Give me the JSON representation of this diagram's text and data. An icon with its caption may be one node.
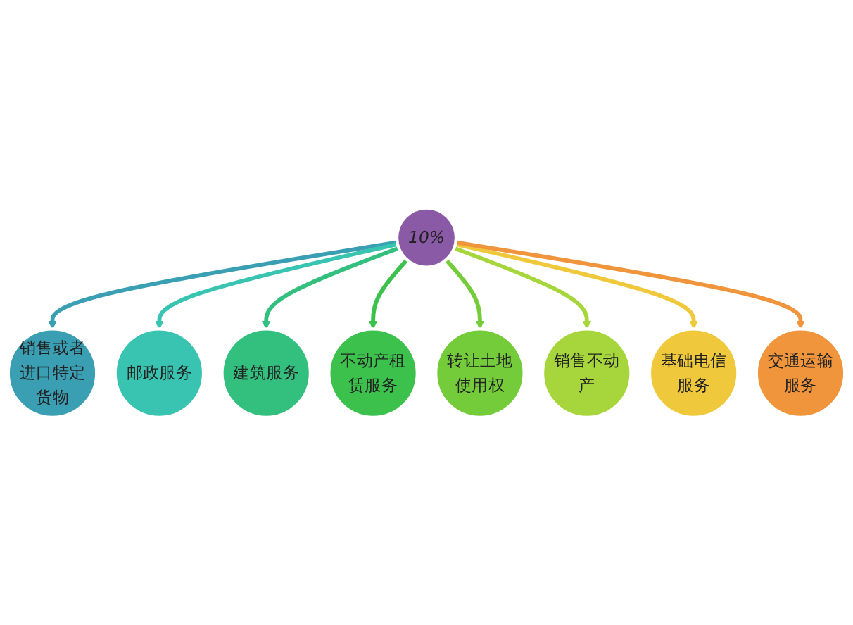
{
  "diagram": {
    "nodes": [
      {
        "text": [
          "10%"
        ]
      },
      {
        "text": [
          "销售或者进口特定货物"
        ]
      },
      {
        "text": [
          "邮政服务"
        ]
      },
      {
        "text": [
          "建筑服务"
        ]
      },
      {
        "text": [
          "不动产租赁服务"
        ]
      },
      {
        "text": [
          "转让土地使用权"
        ]
      },
      {
        "text": [
          "销售不动产"
        ]
      },
      {
        "text": [
          "基础电信服务"
        ]
      },
      {
        "text": [
          "交通运输服务"
        ]
      }
    ],
    "edges": [
      {
        "from": 0,
        "to": 1,
        "arrow": "to",
        "color": "#3a9fb3"
      },
      {
        "from": 0,
        "to": 2,
        "arrow": "to",
        "color": "#38c4b0"
      },
      {
        "from": 0,
        "to": 3,
        "arrow": "to",
        "color": "#33c07f"
      },
      {
        "from": 0,
        "to": 4,
        "arrow": "to",
        "color": "#3cc24c"
      },
      {
        "from": 0,
        "to": 5,
        "arrow": "to",
        "color": "#74cc3a"
      },
      {
        "from": 0,
        "to": 6,
        "arrow": "to",
        "color": "#a6d63c"
      },
      {
        "from": 0,
        "to": 7,
        "arrow": "to",
        "color": "#efc93b"
      },
      {
        "from": 0,
        "to": 8,
        "arrow": "to",
        "color": "#f0953c"
      }
    ]
  }
}
